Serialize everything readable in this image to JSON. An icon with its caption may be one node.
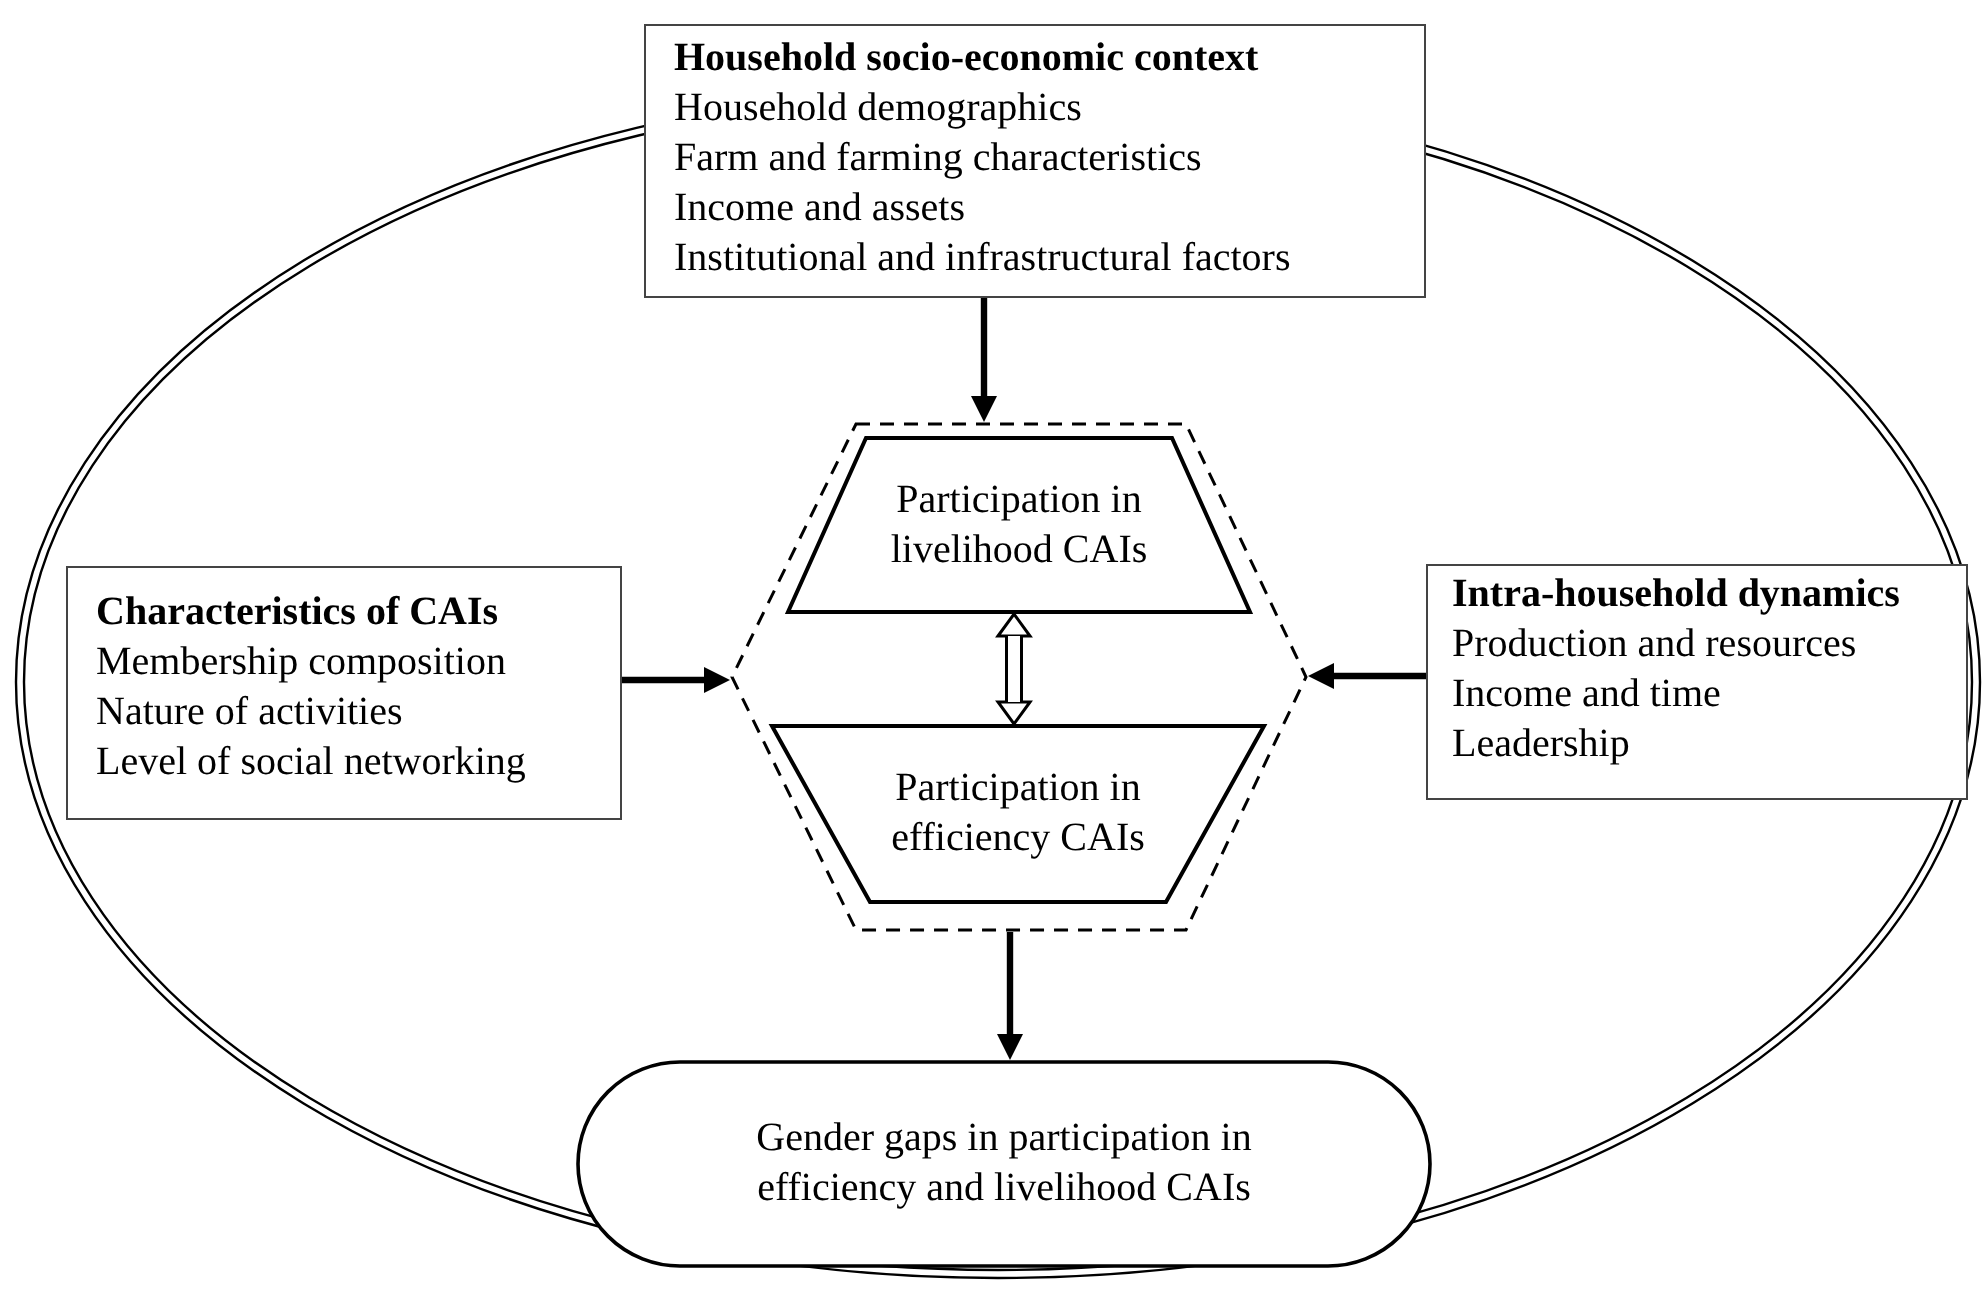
{
  "diagram": {
    "nodes": [
      {
        "text": [],
        "shape": "ellipse"
      },
      {
        "text": [
          "Household socio-economic context",
          "Household demographics",
          "Farm and farming characteristics",
          "Income and assets",
          "Institutional and infrastructural factors"
        ]
      },
      {
        "text": [
          "Characteristics of CAIs",
          "Membership composition",
          "Nature of activities",
          "Level of social networking"
        ],
        "in": 0
      },
      {
        "text": [],
        "shape": "hexagon",
        "in": 0
      },
      {
        "text": [
          "Participation in livelihood CAIs"
        ],
        "in": 3
      },
      {
        "text": [
          "Participation in efficiency CAIs"
        ],
        "in": 3
      },
      {
        "text": [
          "Intra-household dynamics",
          "Production and resources",
          "Income and time",
          "Leadership"
        ],
        "in": 0
      },
      {
        "text": [
          "Gender gaps in participation in efficiency and livelihood CAIs"
        ],
        "in": 0
      }
    ],
    "edges": [
      {
        "from": 1,
        "to": 3,
        "arrow": "to"
      },
      {
        "from": 2,
        "to": 3,
        "arrow": "to"
      },
      {
        "from": 6,
        "to": 3,
        "arrow": "to"
      },
      {
        "from": 4,
        "to": 5,
        "arrow": "both",
        "style": "thick"
      },
      {
        "from": 3,
        "to": 7,
        "arrow": "to"
      }
    ]
  }
}
